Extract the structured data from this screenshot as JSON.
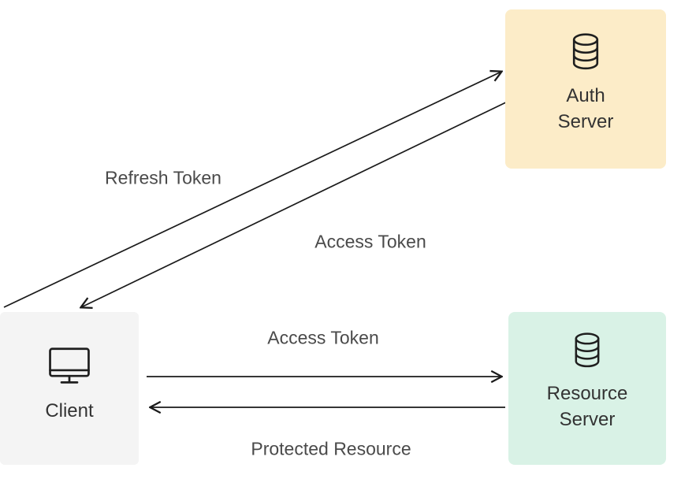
{
  "nodes": {
    "auth_server": {
      "line1": "Auth",
      "line2": "Server",
      "icon": "database-icon",
      "bg_color": "#fcecc8"
    },
    "resource_server": {
      "line1": "Resource",
      "line2": "Server",
      "icon": "database-icon",
      "bg_color": "#d9f2e6"
    },
    "client": {
      "label": "Client",
      "icon": "monitor-icon",
      "bg_color": "#f4f4f4"
    }
  },
  "edges": {
    "refresh_token": {
      "label": "Refresh Token",
      "from": "Client",
      "to": "Auth Server"
    },
    "access_token_from_auth": {
      "label": "Access Token",
      "from": "Auth Server",
      "to": "Client"
    },
    "access_token_to_resource": {
      "label": "Access Token",
      "from": "Client",
      "to": "Resource Server"
    },
    "protected_resource": {
      "label": "Protected Resource",
      "from": "Resource Server",
      "to": "Client"
    }
  },
  "colors": {
    "arrow": "#1a1a1a",
    "edge_label_text": "#4a4a4a",
    "node_label_text": "#333333"
  }
}
